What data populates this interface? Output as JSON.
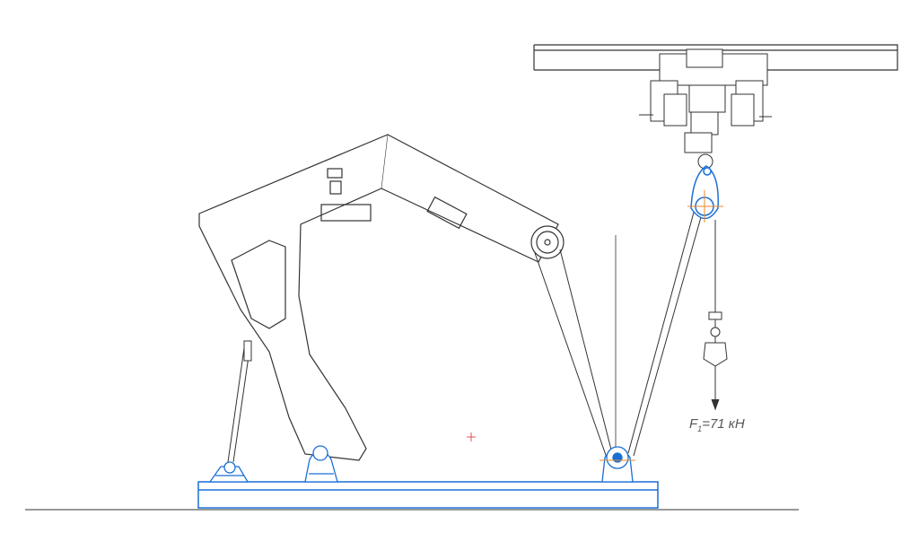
{
  "diagram": {
    "force_label": {
      "symbol": "F",
      "subscript": "1",
      "value": "=71 кН"
    },
    "colors": {
      "line": "#333333",
      "highlight": "#1a6fd6",
      "axis": "#e88a2a",
      "marker": "#e05050"
    }
  }
}
